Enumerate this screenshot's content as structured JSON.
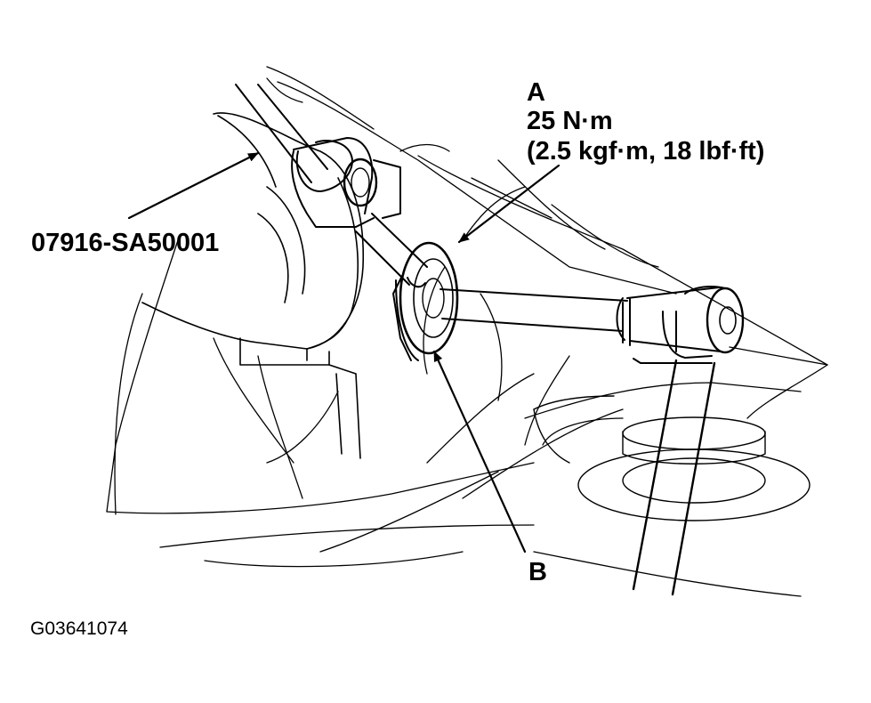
{
  "figure": {
    "callout_a": {
      "letter": "A",
      "torque": "25 N·m",
      "torque_alt": "(2.5 kgf·m, 18 lbf·ft)"
    },
    "callout_b": {
      "letter": "B"
    },
    "tool_label": "07916-SA50001",
    "figure_id": "G03641074",
    "line_color": "#000000",
    "background": "#ffffff"
  }
}
